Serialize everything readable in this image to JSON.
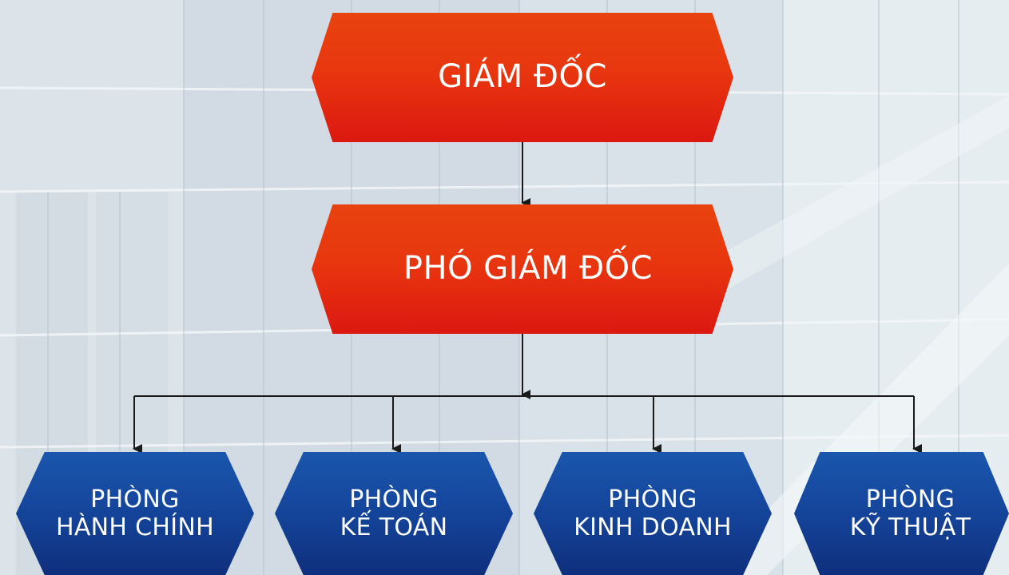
{
  "director": {
    "label": "GIÁM ĐỐC"
  },
  "deputy_director": {
    "label": "PHÓ GIÁM ĐỐC"
  },
  "departments": [
    {
      "line1": "PHÒNG",
      "line2": "HÀNH CHÍNH"
    },
    {
      "line1": "PHÒNG",
      "line2": "KẾ TOÁN"
    },
    {
      "line1": "PHÒNG",
      "line2": "KINH DOANH"
    },
    {
      "line1": "PHÒNG",
      "line2": "KỸ THUẬT"
    }
  ],
  "colors": {
    "management_box": "#e8360f",
    "department_box": "#14449a",
    "connector": "#1a1a1a",
    "text": "#ffffff"
  }
}
